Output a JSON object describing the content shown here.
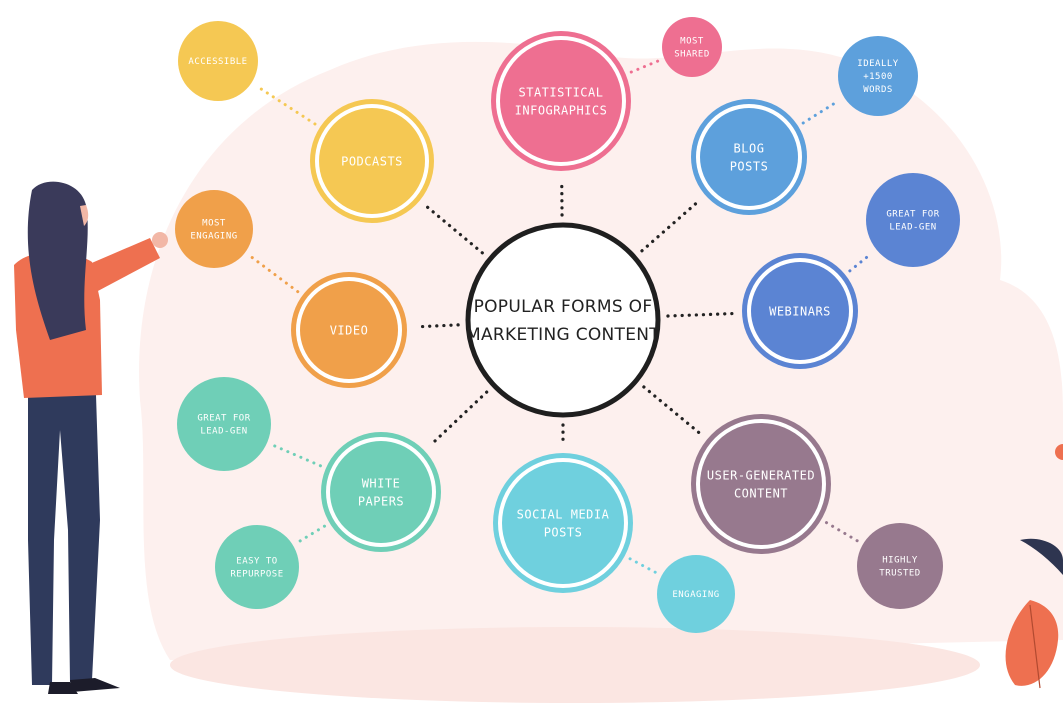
{
  "center": {
    "lines": [
      "POPULAR FORMS OF",
      "MARKETING CONTENT"
    ]
  },
  "topics": [
    {
      "id": "statistical-infographics",
      "lines": [
        "STATISTICAL",
        "INFOGRAPHICS"
      ],
      "color": "#ee6f91"
    },
    {
      "id": "blog-posts",
      "lines": [
        "BLOG",
        "POSTS"
      ],
      "color": "#5da0dc"
    },
    {
      "id": "webinars",
      "lines": [
        "WEBINARS"
      ],
      "color": "#5b84d3"
    },
    {
      "id": "user-generated-content",
      "lines": [
        "USER-GENERATED",
        "CONTENT"
      ],
      "color": "#97798e"
    },
    {
      "id": "social-media-posts",
      "lines": [
        "SOCIAL MEDIA",
        "POSTS"
      ],
      "color": "#6fd0de"
    },
    {
      "id": "white-papers",
      "lines": [
        "WHITE",
        "PAPERS"
      ],
      "color": "#6fcfb7"
    },
    {
      "id": "video",
      "lines": [
        "VIDEO"
      ],
      "color": "#f0a04a"
    },
    {
      "id": "podcasts",
      "lines": [
        "PODCASTS"
      ],
      "color": "#f5c853"
    }
  ],
  "attributes": [
    {
      "id": "most-shared",
      "topic": "statistical-infographics",
      "lines": [
        "MOST",
        "SHARED"
      ],
      "color": "#ee6f91"
    },
    {
      "id": "ideally-1500-words",
      "topic": "blog-posts",
      "lines": [
        "IDEALLY",
        "+1500",
        "WORDS"
      ],
      "color": "#5da0dc"
    },
    {
      "id": "great-for-lead-gen-webinars",
      "topic": "webinars",
      "lines": [
        "GREAT FOR",
        "LEAD-GEN"
      ],
      "color": "#5b84d3"
    },
    {
      "id": "highly-trusted",
      "topic": "user-generated-content",
      "lines": [
        "HIGHLY",
        "TRUSTED"
      ],
      "color": "#97798e"
    },
    {
      "id": "engaging",
      "topic": "social-media-posts",
      "lines": [
        "ENGAGING"
      ],
      "color": "#6fd0de"
    },
    {
      "id": "great-for-lead-gen-papers",
      "topic": "white-papers",
      "lines": [
        "GREAT FOR",
        "LEAD-GEN"
      ],
      "color": "#6fcfb7"
    },
    {
      "id": "easy-to-repurpose",
      "topic": "white-papers",
      "lines": [
        "EASY TO",
        "REPURPOSE"
      ],
      "color": "#6fcfb7"
    },
    {
      "id": "most-engaging",
      "topic": "video",
      "lines": [
        "MOST",
        "ENGAGING"
      ],
      "color": "#f0a04a"
    },
    {
      "id": "accessible",
      "topic": "podcasts",
      "lines": [
        "ACCESSIBLE"
      ],
      "color": "#f5c853"
    }
  ],
  "colors": {
    "background_blob": "#fdf0ee",
    "floor": "#fbe6e2",
    "center_ring": "#1f1f1f",
    "connector": "#222222"
  }
}
